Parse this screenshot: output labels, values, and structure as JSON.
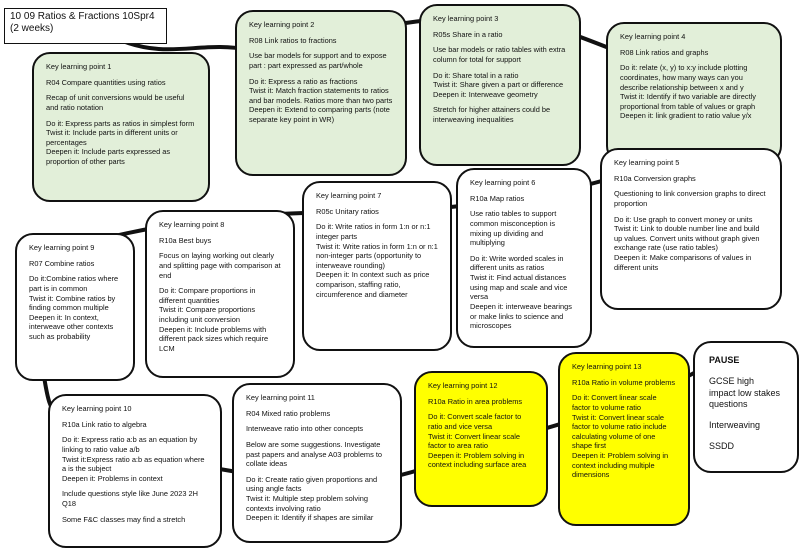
{
  "title": "10 09 Ratios & Fractions 10Spr4\n(2 weeks)",
  "points": [
    {
      "id": "kp1",
      "heading": "Key learning point 1",
      "code": "R04 Compare quantities using ratios",
      "paras": [
        "Recap of unit conversions would be useful and ratio notation",
        "Do it: Express parts as ratios in simplest form\nTwist it: Include parts in different units or percentages\nDeepen it: Include parts expressed as proportion of other parts"
      ]
    },
    {
      "id": "kp2",
      "heading": "Key learning point 2",
      "code": "R08 Link ratios to fractions",
      "paras": [
        "Use bar models for support and to expose part : part expressed as part/whole",
        "Do it: Express a ratio as fractions\nTwist it: Match fraction statements to ratios and bar models. Ratios more than two parts\nDeepen it: Extend to comparing parts (note separate key point in WR)"
      ]
    },
    {
      "id": "kp3",
      "heading": "Key learning point 3",
      "code": "R05s Share in a ratio",
      "paras": [
        "Use bar models or ratio tables with extra column for total for support",
        "Do it: Share total in a ratio\nTwist it: Share given a part or difference\nDeepen it: Interweave geometry",
        "Stretch for higher attainers could be interweaving inequalities"
      ]
    },
    {
      "id": "kp4",
      "heading": "Key learning point 4",
      "code": "R08 Link ratios and graphs",
      "paras": [
        "Do it: relate (x, y) to x:y include plotting coordinates, how many ways can you describe relationship between x and y\nTwist it: Identify if two variable are directly proportional from table of values or graph\nDeepen it: link gradient to ratio value y/x"
      ]
    },
    {
      "id": "kp5",
      "heading": "Key learning point 5",
      "code": "R10a Conversion graphs",
      "paras": [
        "Questioning to link conversion graphs to direct proportion",
        "Do it: Use graph to convert money or units\nTwist it: Link to double number line and build up values. Convert units without graph given exchange rate (use ratio tables)\nDeepen it: Make comparisons of values in different units"
      ]
    },
    {
      "id": "kp6",
      "heading": "Key learning point 6",
      "code": "R10a Map ratios",
      "paras": [
        "Use ratio tables to support common misconception is mixing up dividing and multiplying",
        "Do it: Write worded scales in different units as ratios\nTwist it: Find actual distances using map and scale and vice versa\nDeepen it: interweave bearings or make links to science and microscopes"
      ]
    },
    {
      "id": "kp7",
      "heading": "Key learning point 7",
      "code": "R05c Unitary ratios",
      "paras": [
        "Do it: Write ratios in form 1:n or n:1 integer parts\nTwist it: Write ratios in form 1:n or n:1 non-integer parts (opportunity to interweave rounding)\nDeepen it: In context such as price comparison, staffing ratio, circumference and diameter"
      ]
    },
    {
      "id": "kp8",
      "heading": "Key learning point 8",
      "code": "R10a Best buys",
      "paras": [
        "Focus on laying working out clearly and splitting page with comparison at end",
        "Do it: Compare proportions in different quantities\nTwist it: Compare proportions including unit conversion\nDeepen it: Include problems with different pack sizes which require LCM"
      ]
    },
    {
      "id": "kp9",
      "heading": "Key learning point 9",
      "code": "R07 Combine ratios",
      "paras": [
        "Do it:Combine ratios where part is in common\nTwist it: Combine ratios by finding common multiple\nDeepen it: In context, interweave other contexts such as probability"
      ]
    },
    {
      "id": "kp10",
      "heading": "Key learning point 10",
      "code": "R10a Link ratio to algebra",
      "paras": [
        "Do it: Express ratio a:b as an equation by linking to ratio value a/b\nTwist it:Express ratio a:b as equation where a is the subject\nDeepen it: Problems in context",
        "Include questions style like June 2023 2H Q18",
        "Some F&C classes may find a stretch"
      ]
    },
    {
      "id": "kp11",
      "heading": "Key learning point 11",
      "code": "R04 Mixed ratio problems",
      "paras": [
        "Interweave ratio into other concepts",
        "Below are some suggestions. Investigate past papers and analyse A03 problems to collate ideas",
        "Do it: Create ratio given proportions and using angle facts\nTwist it: Multiple step problem solving contexts involving ratio\nDeepen it: Identify if shapes are similar"
      ]
    },
    {
      "id": "kp12",
      "heading": "Key learning point 12",
      "code": "R10a Ratio in area problems",
      "paras": [
        "Do it: Convert scale factor to ratio and vice versa\nTwist it: Convert linear scale factor to area ratio\nDeepen it: Problem solving in context including surface area"
      ]
    },
    {
      "id": "kp13",
      "heading": "Key learning point 13",
      "code": "R10a Ratio in volume problems",
      "paras": [
        "Do it: Convert linear scale factor to volume ratio\nTwist it: Convert linear scale factor to volume ratio include calculating volume of one shape first\nDeepen it: Problem solving in context including multiple dimensions"
      ]
    }
  ],
  "pause": {
    "heading": "PAUSE",
    "items": [
      "GCSE high impact low stakes questions",
      "Interweaving",
      "SSDD"
    ]
  }
}
